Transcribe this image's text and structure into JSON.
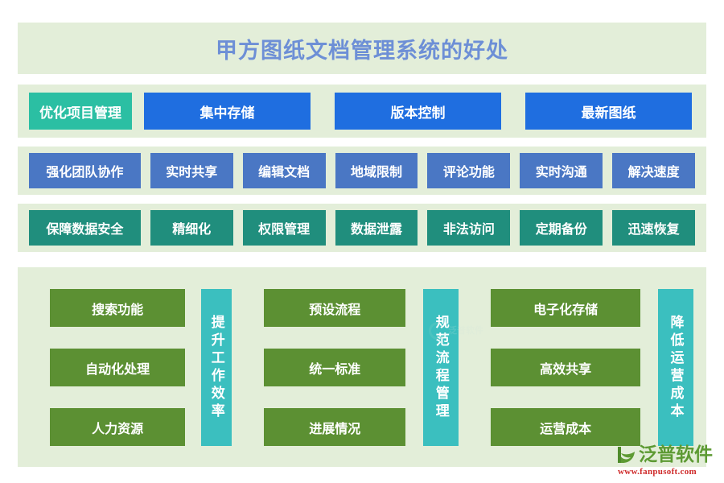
{
  "page": {
    "background": "#ffffff",
    "band_background": "#e3eed9"
  },
  "title": {
    "text": "甲方图纸文档管理系统的好处",
    "color": "#6d8fd6"
  },
  "row1": {
    "accent_color": "#2bbfa3",
    "chip_color": "#1f6ee0",
    "items": [
      {
        "label": "优化项目管理",
        "style": "accent"
      },
      {
        "label": "集中存储",
        "style": "blue"
      },
      {
        "label": "版本控制",
        "style": "blue"
      },
      {
        "label": "最新图纸",
        "style": "blue"
      }
    ]
  },
  "row2": {
    "chip_color": "#4a77c4",
    "items": [
      {
        "label": "强化团队协作",
        "wide": true
      },
      {
        "label": "实时共享",
        "wide": false
      },
      {
        "label": "编辑文档",
        "wide": false
      },
      {
        "label": "地域限制",
        "wide": false
      },
      {
        "label": "评论功能",
        "wide": false
      },
      {
        "label": "实时沟通",
        "wide": false
      },
      {
        "label": "解决速度",
        "wide": false
      }
    ]
  },
  "row3": {
    "chip_color": "#208e7d",
    "items": [
      {
        "label": "保障数据安全",
        "wide": true
      },
      {
        "label": "精细化",
        "wide": false
      },
      {
        "label": "权限管理",
        "wide": false
      },
      {
        "label": "数据泄露",
        "wide": false
      },
      {
        "label": "非法访问",
        "wide": false
      },
      {
        "label": "定期备份",
        "wide": false
      },
      {
        "label": "迅速恢复",
        "wide": false
      }
    ]
  },
  "bottom": {
    "green_color": "#5c9033",
    "vertical_color": "#3bbfbf",
    "groups": [
      {
        "items": [
          "搜索功能",
          "自动化处理",
          "人力资源"
        ],
        "vertical_label": "提升工作效率"
      },
      {
        "items": [
          "预设流程",
          "统一标准",
          "进展情况"
        ],
        "vertical_label": "规范流程管理"
      },
      {
        "items": [
          "电子化存储",
          "高效共享",
          "运营成本"
        ],
        "vertical_label": "降低运营成本"
      }
    ]
  },
  "watermark": {
    "text": "泛普软件"
  },
  "logo": {
    "name": "泛普软件",
    "url": "www.fanpusoft.com",
    "name_color": "#5d9a33",
    "url_color": "#cf2b2b"
  }
}
